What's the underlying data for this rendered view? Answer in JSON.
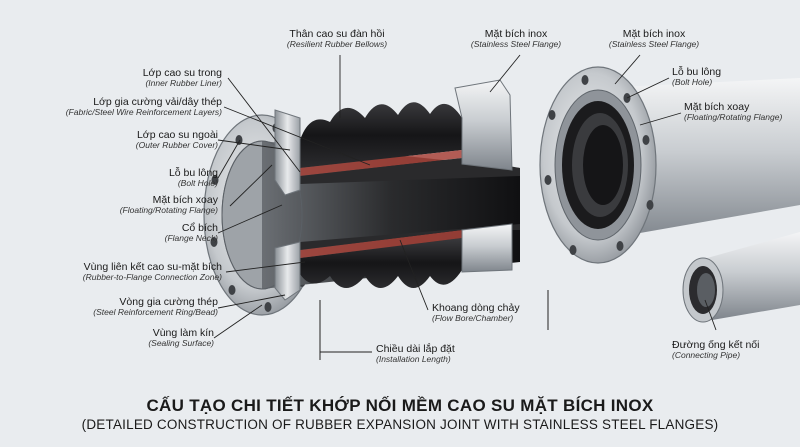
{
  "title_vi": "CẤU TẠO CHI TIẾT KHỚP NỐI MỀM CAO SU MẶT BÍCH INOX",
  "title_en": "(DETAILED CONSTRUCTION OF RUBBER EXPANSION JOINT WITH STAINLESS STEEL FLANGES)",
  "labels": {
    "bellows": {
      "vi": "Thân cao su đàn hồi",
      "en": "(Resilient Rubber Bellows)"
    },
    "flange_left": {
      "vi": "Mặt bích inox",
      "en": "(Stainless Steel Flange)"
    },
    "flange_right": {
      "vi": "Mặt bích inox",
      "en": "(Stainless Steel Flange)"
    },
    "inner_liner": {
      "vi": "Lớp cao su trong",
      "en": "(Inner Rubber Liner)"
    },
    "reinforcement": {
      "vi": "Lớp gia cường vải/dây thép",
      "en": "(Fabric/Steel Wire Reinforcement Layers)"
    },
    "outer_cover": {
      "vi": "Lớp cao su ngoài",
      "en": "(Outer Rubber Cover)"
    },
    "bolt_hole_left": {
      "vi": "Lỗ bu lông",
      "en": "(Bolt Hole)"
    },
    "floating_left": {
      "vi": "Mặt bích xoay",
      "en": "(Floating/Rotating Flange)"
    },
    "flange_neck": {
      "vi": "Cổ bích",
      "en": "(Flange Neck)"
    },
    "connection_zone": {
      "vi": "Vùng liên kết cao su-mặt bích",
      "en": "(Rubber-to-Flange Connection Zone)"
    },
    "reinforcement_ring": {
      "vi": "Vòng gia cường thép",
      "en": "(Steel Reinforcement Ring/Bead)"
    },
    "sealing_surface": {
      "vi": "Vùng làm kín",
      "en": "(Sealing Surface)"
    },
    "flow_bore": {
      "vi": "Khoang dòng chảy",
      "en": "(Flow Bore/Chamber)"
    },
    "install_length": {
      "vi": "Chiều dài lắp đặt",
      "en": "(Installation Length)"
    },
    "bolt_hole_right": {
      "vi": "Lỗ bu lông",
      "en": "(Bolt Hole)"
    },
    "floating_right": {
      "vi": "Mặt bích xoay",
      "en": "(Floating/Rotating Flange)"
    },
    "connecting_pipe": {
      "vi": "Đường ống kết nối",
      "en": "(Connecting Pipe)"
    }
  },
  "colors": {
    "background": "#e9ecef",
    "steel_light": "#e2e5e8",
    "steel_dark": "#7f858c",
    "rubber": "#1c1c1e",
    "reinforcement_accent": "#a8433a"
  }
}
